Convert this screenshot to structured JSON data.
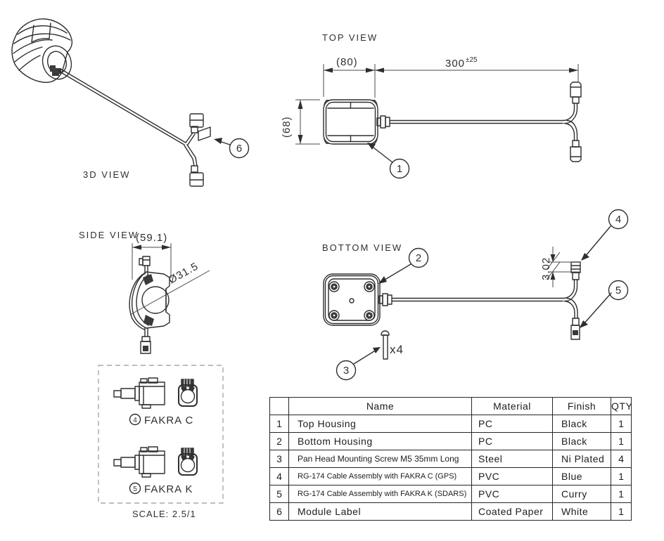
{
  "page": {
    "background": "#ffffff",
    "line_color": "#2e2e2e"
  },
  "views": {
    "three_d": {
      "title": "3D VIEW",
      "callout_module_label": "6"
    },
    "top": {
      "title": "TOP VIEW",
      "dim_module_width": "(80)",
      "dim_cable_length": "300",
      "dim_cable_tolerance": "±25",
      "dim_module_depth": "(68)",
      "callout_top_housing": "1"
    },
    "side": {
      "title": "SIDE VIEW",
      "dim_profile_width": "(59.1)",
      "dim_ring_diameter": "Ø31.5"
    },
    "bottom": {
      "title": "BOTTOM VIEW",
      "dim_connector_height": "3.02",
      "screw_quantity_note": "x4",
      "callout_bottom_housing": "2",
      "callout_screw": "3",
      "callout_fakra_c": "4",
      "callout_fakra_k": "5"
    }
  },
  "fakra_detail": {
    "items": [
      {
        "callout": "4",
        "label": "FAKRA C"
      },
      {
        "callout": "5",
        "label": "FAKRA K"
      }
    ],
    "scale_note": "SCALE: 2.5/1"
  },
  "bom": {
    "headers": {
      "no": "",
      "name": "Name",
      "material": "Material",
      "finish": "Finish",
      "qty": "QTY"
    },
    "rows": [
      {
        "no": "1",
        "name": "Top Housing",
        "material": "PC",
        "finish": "Black",
        "qty": "1"
      },
      {
        "no": "2",
        "name": "Bottom Housing",
        "material": "PC",
        "finish": "Black",
        "qty": "1"
      },
      {
        "no": "3",
        "name": "Pan Head Mounting Screw M5 35mm Long",
        "material": "Steel",
        "finish": "Ni Plated",
        "qty": "4"
      },
      {
        "no": "4",
        "name": "RG-174 Cable Assembly with FAKRA C (GPS)",
        "material": "PVC",
        "finish": "Blue",
        "qty": "1"
      },
      {
        "no": "5",
        "name": "RG-174 Cable Assembly with FAKRA K (SDARS)",
        "material": "PVC",
        "finish": "Curry",
        "qty": "1"
      },
      {
        "no": "6",
        "name": "Module Label",
        "material": "Coated Paper",
        "finish": "White",
        "qty": "1"
      }
    ]
  }
}
